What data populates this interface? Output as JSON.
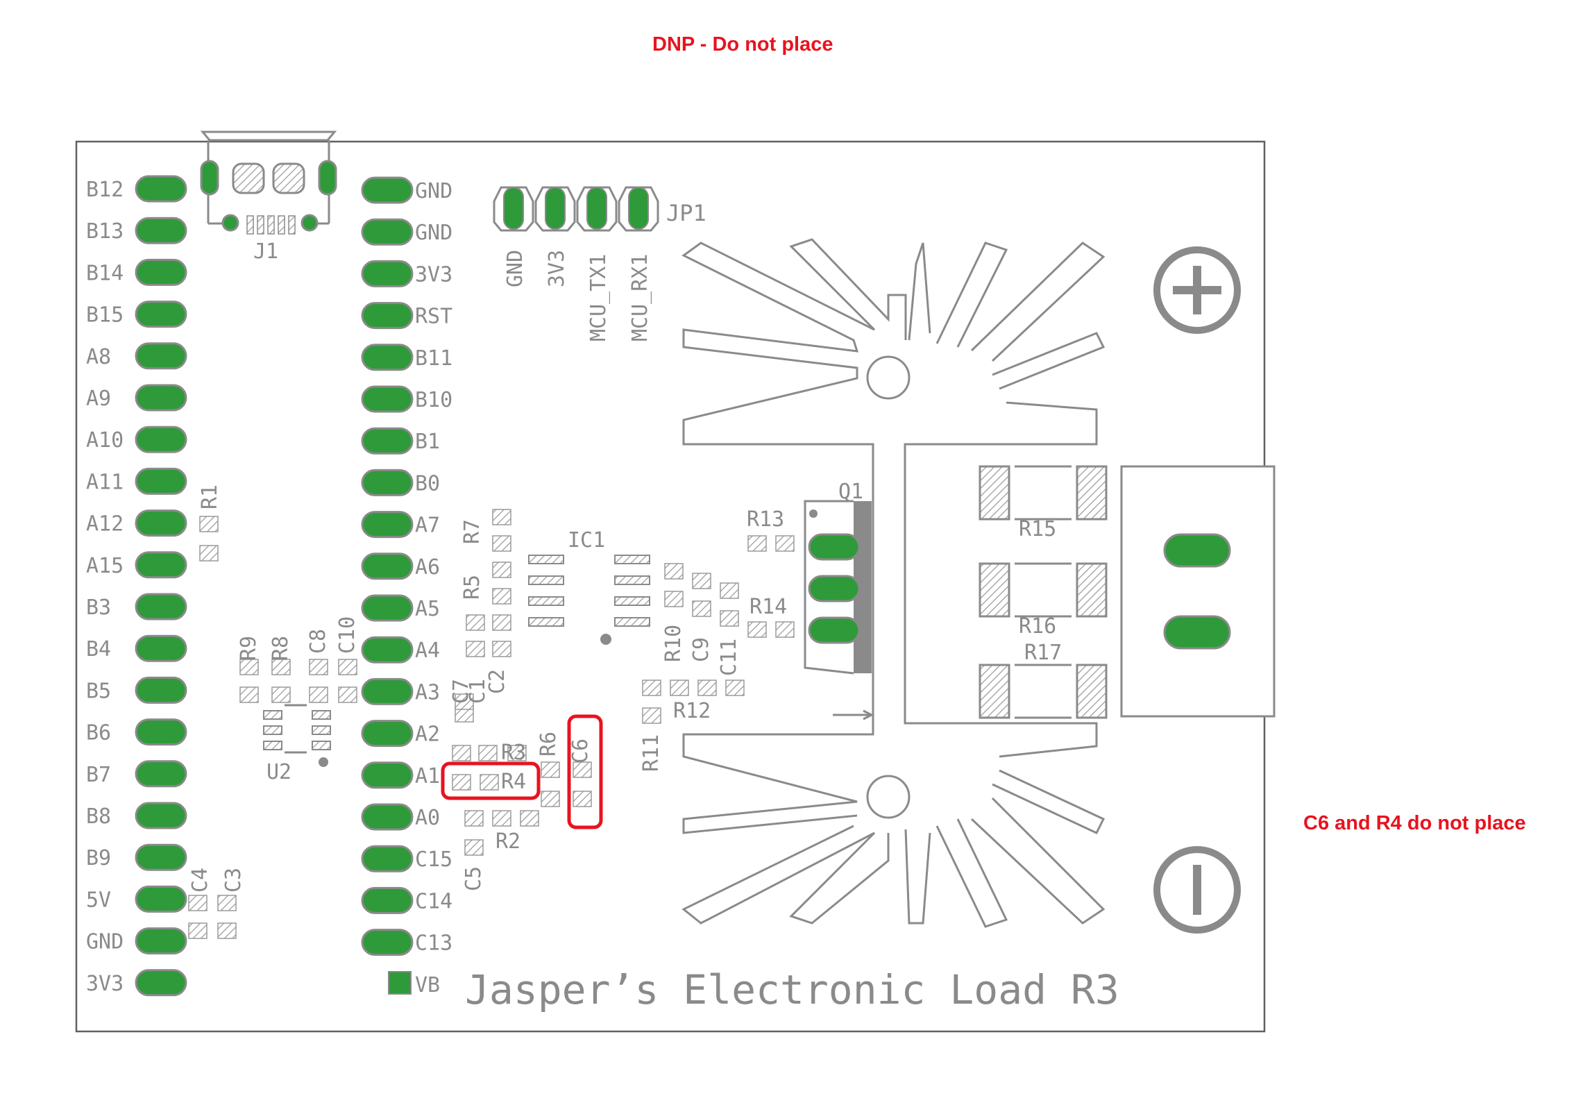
{
  "annotations": {
    "dnp_title": "DNP - Do not place",
    "dnp_note": "C6 and R4 do not place"
  },
  "board": {
    "title": "Jasper’s Electronic Load R3",
    "left_header_labels": [
      "B12",
      "B13",
      "B14",
      "B15",
      "A8",
      "A9",
      "A10",
      "A11",
      "A12",
      "A15",
      "B3",
      "B4",
      "B5",
      "B6",
      "B7",
      "B8",
      "B9",
      "5V",
      "GND",
      "3V3"
    ],
    "right_header_labels": [
      "GND",
      "GND",
      "3V3",
      "RST",
      "B11",
      "B10",
      "B1",
      "B0",
      "A7",
      "A6",
      "A5",
      "A4",
      "A3",
      "A2",
      "A1",
      "A0",
      "C15",
      "C14",
      "C13",
      "VB"
    ],
    "jp1": {
      "ref": "JP1",
      "pins": [
        "GND",
        "3V3",
        "MCU_TX1",
        "MCU_RX1"
      ]
    },
    "components": {
      "j1": "J1",
      "u2": "U2",
      "ic1": "IC1",
      "q1": "Q1",
      "r1": "R1",
      "r2": "R2",
      "r3": "R3",
      "r4": "R4",
      "r5": "R5",
      "r6": "R6",
      "r7": "R7",
      "r8": "R8",
      "r9": "R9",
      "r10": "R10",
      "r11": "R11",
      "r12": "R12",
      "r13": "R13",
      "r14": "R14",
      "r15": "R15",
      "r16": "R16",
      "r17": "R17",
      "c1": "C1",
      "c2": "C2",
      "c3": "C3",
      "c4": "C4",
      "c5": "C5",
      "c6": "C6",
      "c7": "C7",
      "c8": "C8",
      "c9": "C9",
      "c10": "C10",
      "c11": "C11"
    }
  },
  "colors": {
    "silkscreen": "#8a8a8a",
    "pad_green": "#2f9a3a",
    "dnp_red": "#e8131f",
    "board_outline": "#606060"
  }
}
